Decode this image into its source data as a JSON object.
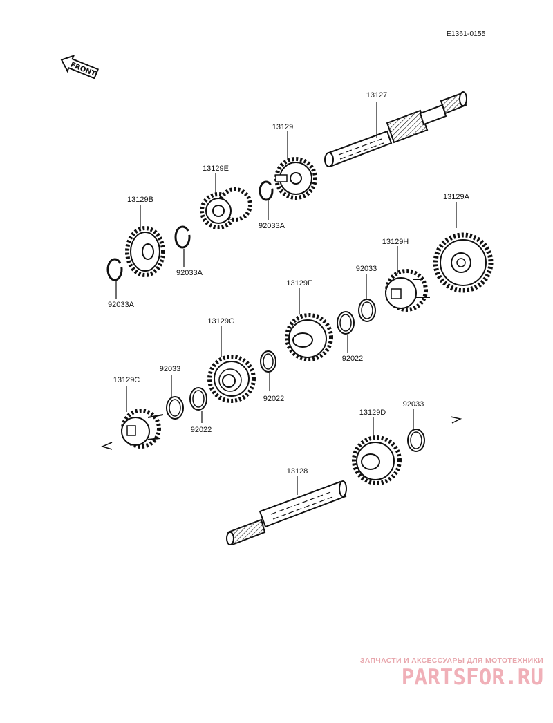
{
  "header": {
    "doc_code": "E1361-0155"
  },
  "front_label": "FRONT",
  "parts": [
    {
      "id": "13127",
      "label": "13127"
    },
    {
      "id": "13129",
      "label": "13129"
    },
    {
      "id": "13129E",
      "label": "13129E"
    },
    {
      "id": "92033A-upper",
      "label": "92033A"
    },
    {
      "id": "13129B",
      "label": "13129B"
    },
    {
      "id": "92033A-middle",
      "label": "92033A"
    },
    {
      "id": "92033A-lower",
      "label": "92033A"
    },
    {
      "id": "13129A",
      "label": "13129A"
    },
    {
      "id": "13129H",
      "label": "13129H"
    },
    {
      "id": "92033-right",
      "label": "92033"
    },
    {
      "id": "13129F",
      "label": "13129F"
    },
    {
      "id": "92022-right",
      "label": "92022"
    },
    {
      "id": "13129G",
      "label": "13129G"
    },
    {
      "id": "92022-middle",
      "label": "92022"
    },
    {
      "id": "92033-left",
      "label": "92033"
    },
    {
      "id": "13129C",
      "label": "13129C"
    },
    {
      "id": "92022-left",
      "label": "92022"
    },
    {
      "id": "13129D",
      "label": "13129D"
    },
    {
      "id": "92033-bottom",
      "label": "92033"
    },
    {
      "id": "13128",
      "label": "13128"
    }
  ],
  "watermark": {
    "tagline": "ЗАПЧАСТИ И АКСЕССУАРЫ ДЛЯ МОТОТЕХНИКИ",
    "logo": "PARTSFOR.RU"
  },
  "colors": {
    "ink": "#111111",
    "watermark": "#f0b0b8"
  }
}
